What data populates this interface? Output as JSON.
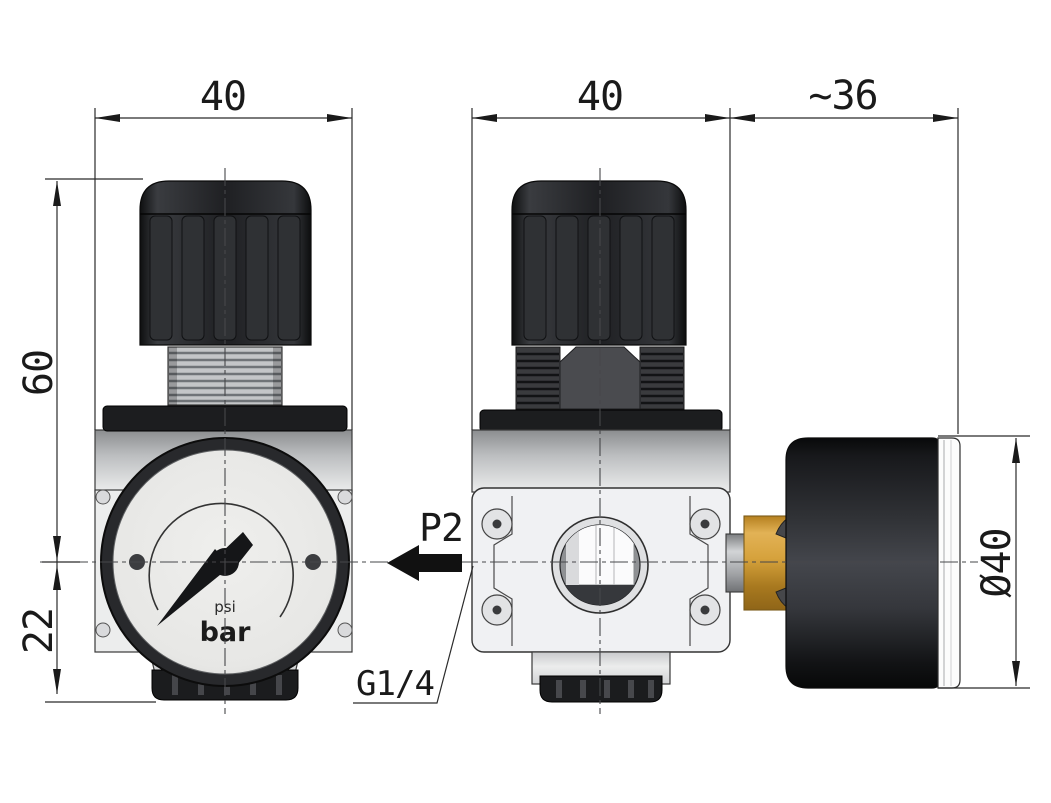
{
  "drawing": {
    "type": "technical-drawing",
    "subject": "pressure-regulator-with-gauge",
    "dimensions": {
      "front_width": "40",
      "side_width": "40",
      "gauge_depth": "~36",
      "height_upper": "60",
      "height_lower": "22",
      "gauge_diameter": "Ø40"
    },
    "labels": {
      "port": "P2",
      "thread": "G1/4"
    },
    "gauge_face": {
      "unit_small": "psi",
      "unit_large": "bar"
    },
    "colors": {
      "line": "#2b2b2b",
      "knob_black": "#1d1e20",
      "body_grey": "#eceded",
      "brass": "#c9973b",
      "gauge_face": "#e9e9e7"
    }
  }
}
